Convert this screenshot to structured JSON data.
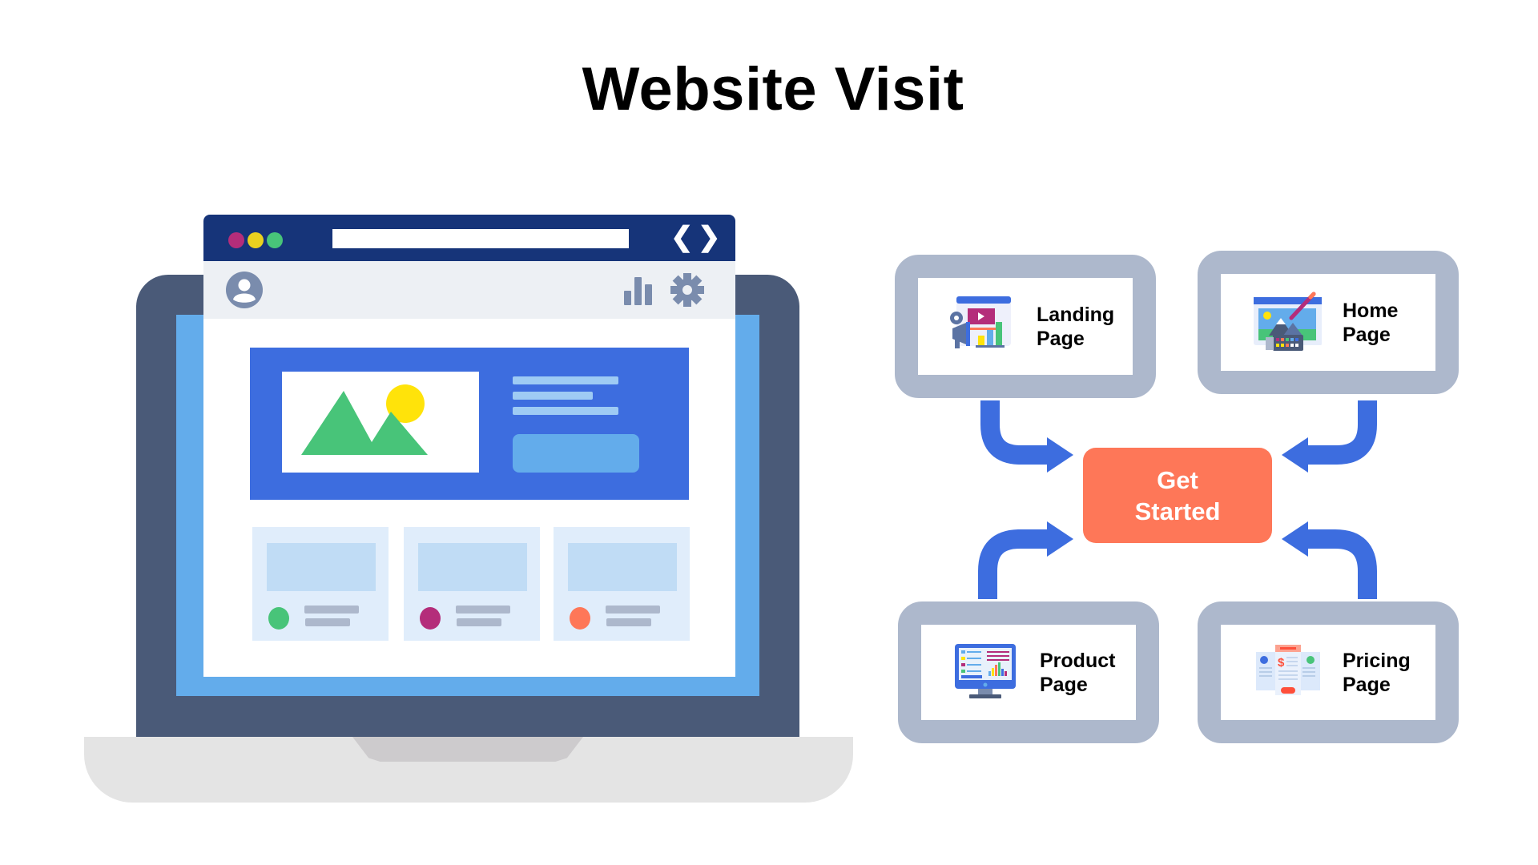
{
  "title": "Website Visit",
  "laptop": {
    "browser": {
      "window_dots": [
        {
          "name": "close",
          "color": "#b42d7a"
        },
        {
          "name": "minimize",
          "color": "#e9d11f"
        },
        {
          "name": "maximize",
          "color": "#48c479"
        }
      ],
      "nav_back_glyph": "❮",
      "nav_forward_glyph": "❯",
      "toolbar_icons": [
        "user-icon",
        "bar-chart-icon",
        "gear-icon"
      ],
      "hero": {
        "image_icon": "mountain-sun-image-icon"
      },
      "cards": [
        {
          "dot_color": "#48c479"
        },
        {
          "dot_color": "#b42d7a"
        },
        {
          "dot_color": "#fe7758"
        }
      ]
    }
  },
  "diagram": {
    "center": {
      "label_line1": "Get",
      "label_line2": "Started",
      "color": "#fe7758"
    },
    "nodes": [
      {
        "id": "landing",
        "line1": "Landing",
        "line2": "Page",
        "icon": "landing-page-icon"
      },
      {
        "id": "home",
        "line1": "Home",
        "line2": "Page",
        "icon": "home-page-icon"
      },
      {
        "id": "product",
        "line1": "Product",
        "line2": "Page",
        "icon": "product-page-icon"
      },
      {
        "id": "pricing",
        "line1": "Pricing",
        "line2": "Page",
        "icon": "pricing-page-icon"
      }
    ],
    "arrow_color": "#3d6ddf",
    "node_border_color": "#adb8cc"
  }
}
